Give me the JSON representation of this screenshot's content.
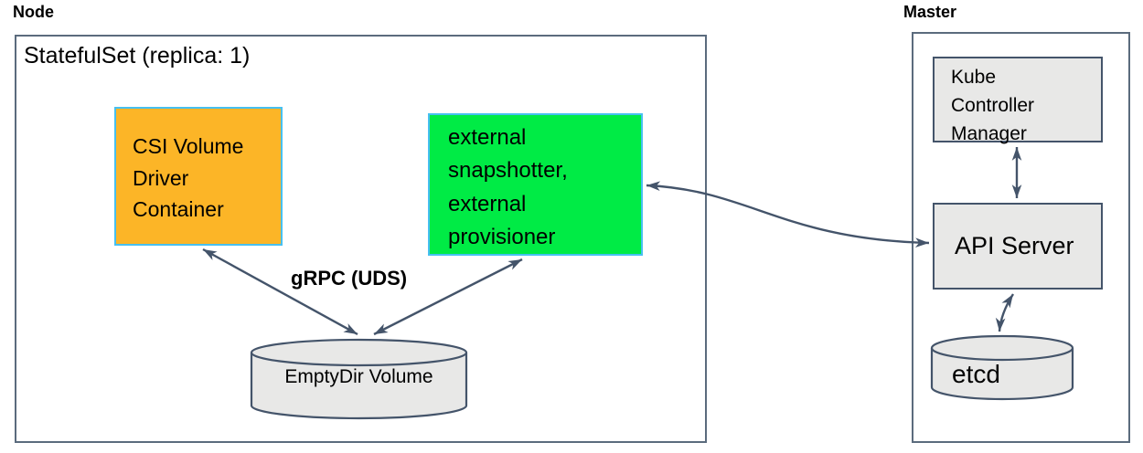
{
  "colors": {
    "slate": "#44546A",
    "outer_border": "#5B6B7D",
    "box_border_blue": "#47C0F0",
    "csi_fill": "#FCB527",
    "external_fill": "#00EB45",
    "gray_fill": "#E8E8E7",
    "text": "#000000"
  },
  "node": {
    "label": "Node",
    "statefulset_title": "StatefulSet (replica: 1)",
    "csi_box": {
      "lines": [
        "CSI Volume",
        "Driver",
        "Container"
      ]
    },
    "external_box": {
      "lines": [
        "external",
        "snapshotter,",
        "external",
        "provisioner"
      ]
    },
    "grpc_label": "gRPC (UDS)",
    "emptydir_label": "EmptyDir Volume"
  },
  "master": {
    "label": "Master",
    "kcm_box": {
      "lines": [
        "Kube",
        "Controller",
        "Manager"
      ]
    },
    "api_server_label": "API Server",
    "etcd_label": "etcd"
  }
}
